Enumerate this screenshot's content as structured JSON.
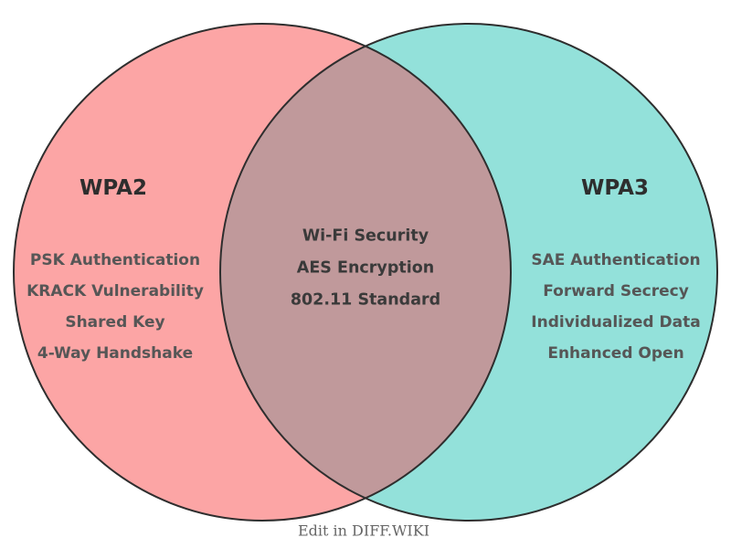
{
  "diagram": {
    "left": {
      "title": "WPA2",
      "items": [
        "PSK Authentication",
        "KRACK Vulnerability",
        "Shared Key",
        "4-Way Handshake"
      ]
    },
    "right": {
      "title": "WPA3",
      "items": [
        "SAE Authentication",
        "Forward Secrecy",
        "Individualized Data",
        "Enhanced Open"
      ]
    },
    "overlap": {
      "items": [
        "Wi-Fi Security",
        "AES Encryption",
        "802.11 Standard"
      ]
    }
  },
  "footer": {
    "label": "Edit in DIFF.WIKI"
  },
  "colors": {
    "left_fill": "#FCA5A5",
    "right_fill": "#93E1DA",
    "overlap_fill": "#C0999B",
    "outline": "#2E2E2E",
    "title_text": "#2E2E2E",
    "item_text": "#565656",
    "overlap_text": "#3A3A3A",
    "footer_text": "#666666"
  }
}
